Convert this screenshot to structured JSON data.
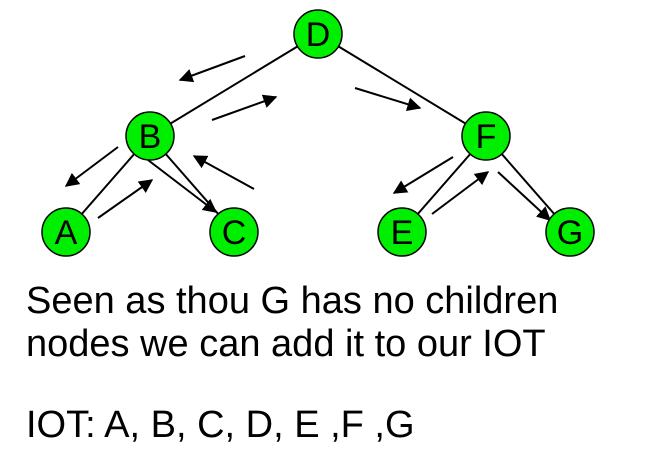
{
  "colors": {
    "node_fill": "#00ee00",
    "node_stroke": "#000000",
    "edge": "#000000",
    "text": "#000000"
  },
  "nodes": [
    {
      "id": "D",
      "label": "D"
    },
    {
      "id": "B",
      "label": "B"
    },
    {
      "id": "F",
      "label": "F"
    },
    {
      "id": "A",
      "label": "A"
    },
    {
      "id": "C",
      "label": "C"
    },
    {
      "id": "E",
      "label": "E"
    },
    {
      "id": "G",
      "label": "G"
    }
  ],
  "edges": [
    {
      "from": "D",
      "to": "B"
    },
    {
      "from": "D",
      "to": "F"
    },
    {
      "from": "B",
      "to": "A"
    },
    {
      "from": "B",
      "to": "C"
    },
    {
      "from": "F",
      "to": "E"
    },
    {
      "from": "F",
      "to": "G"
    }
  ],
  "caption": {
    "line1": "Seen as thou G has no children",
    "line2": "nodes we can add it to our IOT"
  },
  "iot": {
    "label": "IOT:",
    "sequence": "A, B, C, D, E ,F ,G"
  }
}
